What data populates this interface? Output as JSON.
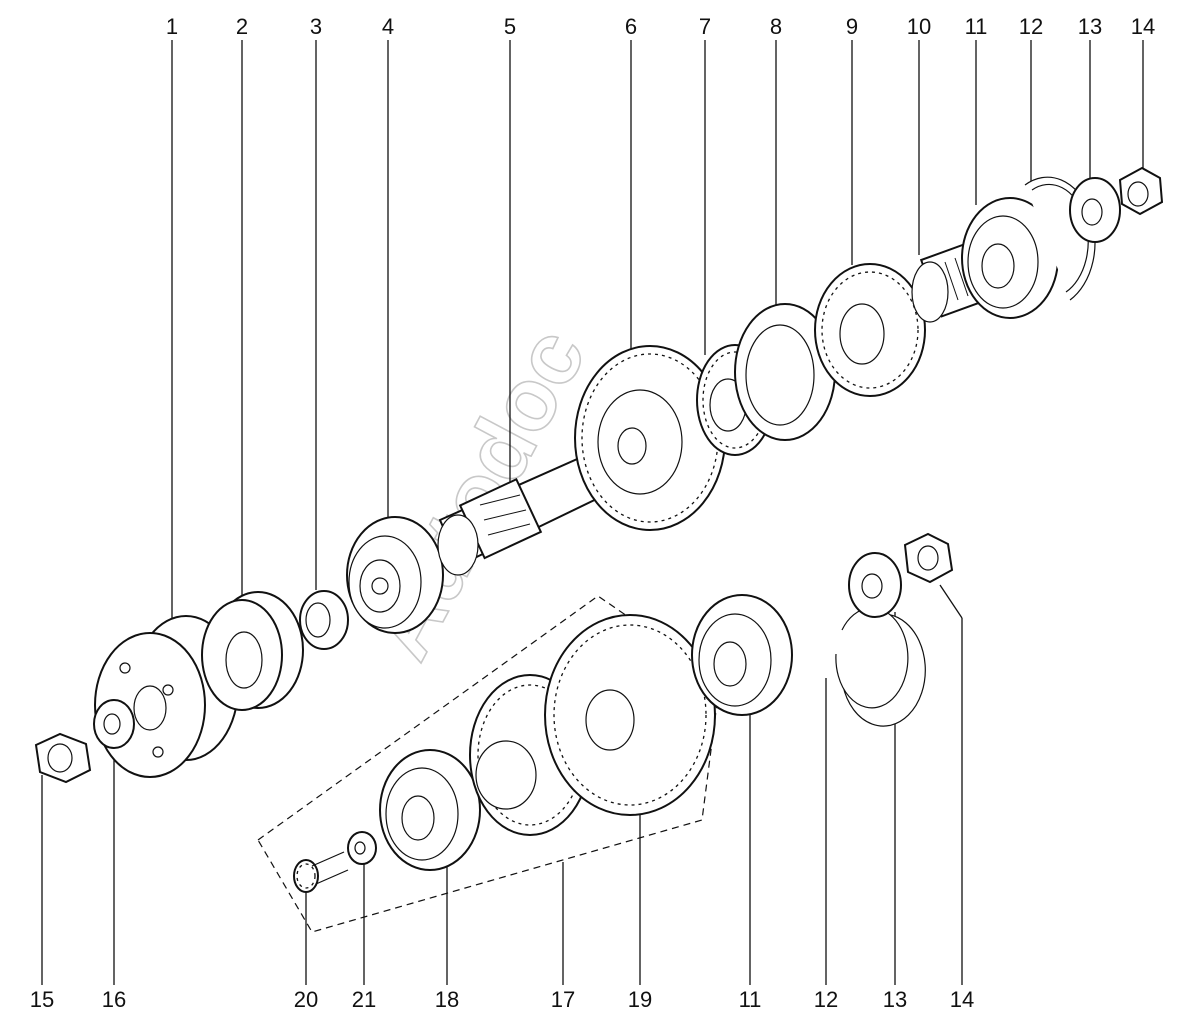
{
  "watermark": "Autodoc",
  "top_callouts": [
    "1",
    "2",
    "3",
    "4",
    "5",
    "6",
    "7",
    "8",
    "9",
    "10",
    "11",
    "12",
    "13",
    "14"
  ],
  "bottom_callouts": [
    "15",
    "16",
    "20",
    "21",
    "18",
    "17",
    "19",
    "11",
    "12",
    "13",
    "14"
  ]
}
